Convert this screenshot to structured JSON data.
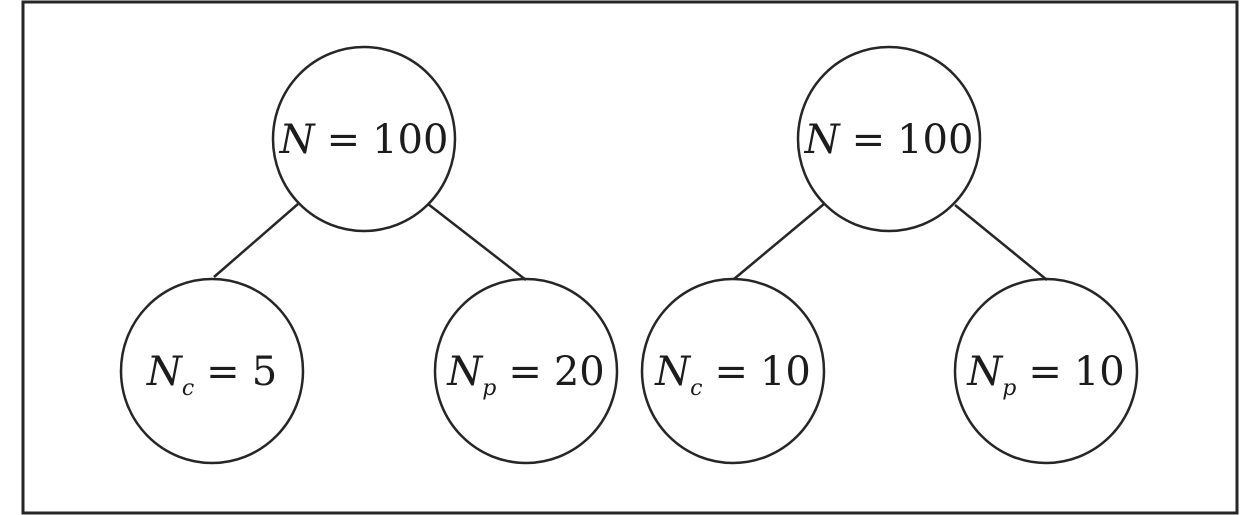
{
  "colors": {
    "stroke": "#262626",
    "text": "#1c1c1c",
    "background": "#ffffff"
  },
  "trees": [
    {
      "root": {
        "symbol": "N",
        "sub": "",
        "value": "100"
      },
      "left": {
        "symbol": "N",
        "sub": "c",
        "value": "5"
      },
      "right": {
        "symbol": "N",
        "sub": "p",
        "value": "20"
      }
    },
    {
      "root": {
        "symbol": "N",
        "sub": "",
        "value": "100"
      },
      "left": {
        "symbol": "N",
        "sub": "c",
        "value": "10"
      },
      "right": {
        "symbol": "N",
        "sub": "p",
        "value": "10"
      }
    }
  ],
  "equals_sign": "="
}
